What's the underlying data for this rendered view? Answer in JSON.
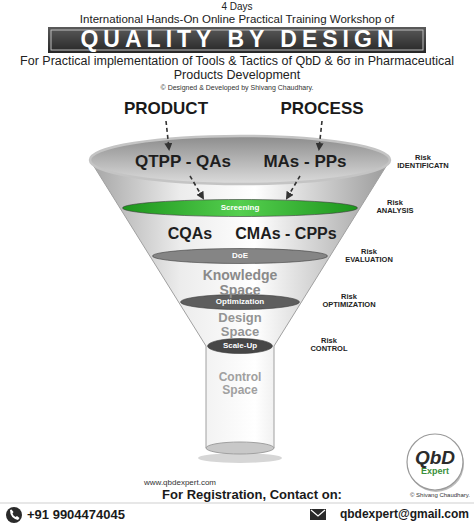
{
  "diagram": {
    "title": "QUALITY BY DESIGN",
    "nodes": [
      {
        "text": [
          "QTPP - QAs",
          "MAs - PPs",
          "CQAs",
          "CMAs - CPPs",
          "Knowledge Space",
          "Design Space",
          "Control Space"
        ]
      },
      {
        "text": [
          "Screening"
        ],
        "in": 0
      },
      {
        "text": [
          "DoE"
        ],
        "in": 0
      },
      {
        "text": [
          "Optimization"
        ],
        "in": 0
      },
      {
        "text": [
          "Scale-Up"
        ],
        "in": 0
      },
      {
        "text": [
          "QbD",
          "Expert"
        ]
      }
    ],
    "labels": [
      "4 Days",
      "International Hands-On Online Practical Training Workshop of",
      "For Practical implementation of Tools & Tactics of QbD & 6σ in Pharmaceutical Products Development",
      "© Designed & Developed by Shivang Chaudhary.",
      "PRODUCT",
      "PROCESS",
      "Risk IDENTIFICATN",
      "Risk ANALYSIS",
      "Risk EVALUATION",
      "Risk OPTIMIZATION",
      "Risk CONTROL",
      "www.qbdexpert.com",
      "For Registration, Contact on:",
      "+91 9904474045",
      "qbdexpert@gmail.com",
      "© Shivang Chaudhary."
    ]
  }
}
